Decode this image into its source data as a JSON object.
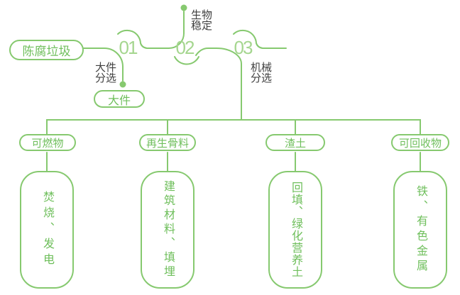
{
  "colors": {
    "line_green": "#86C96F",
    "text_green": "#6FBF5C",
    "number_green": "#A5D68F",
    "label_dark": "#3F3F3F"
  },
  "flow": {
    "source": "陈腐垃圾",
    "steps": [
      {
        "number": "01",
        "label": "大件分选",
        "output": "大件"
      },
      {
        "number": "02",
        "label": "生物稳定"
      },
      {
        "number": "03",
        "label": "机械分选"
      }
    ],
    "branches": [
      {
        "category": "可燃物",
        "result": "焚烧、发电"
      },
      {
        "category": "再生骨料",
        "result": "建筑材料、填埋"
      },
      {
        "category": "渣土",
        "result": "回填、绿化营养土"
      },
      {
        "category": "可回收物",
        "result": "铁、有色金属"
      }
    ]
  }
}
